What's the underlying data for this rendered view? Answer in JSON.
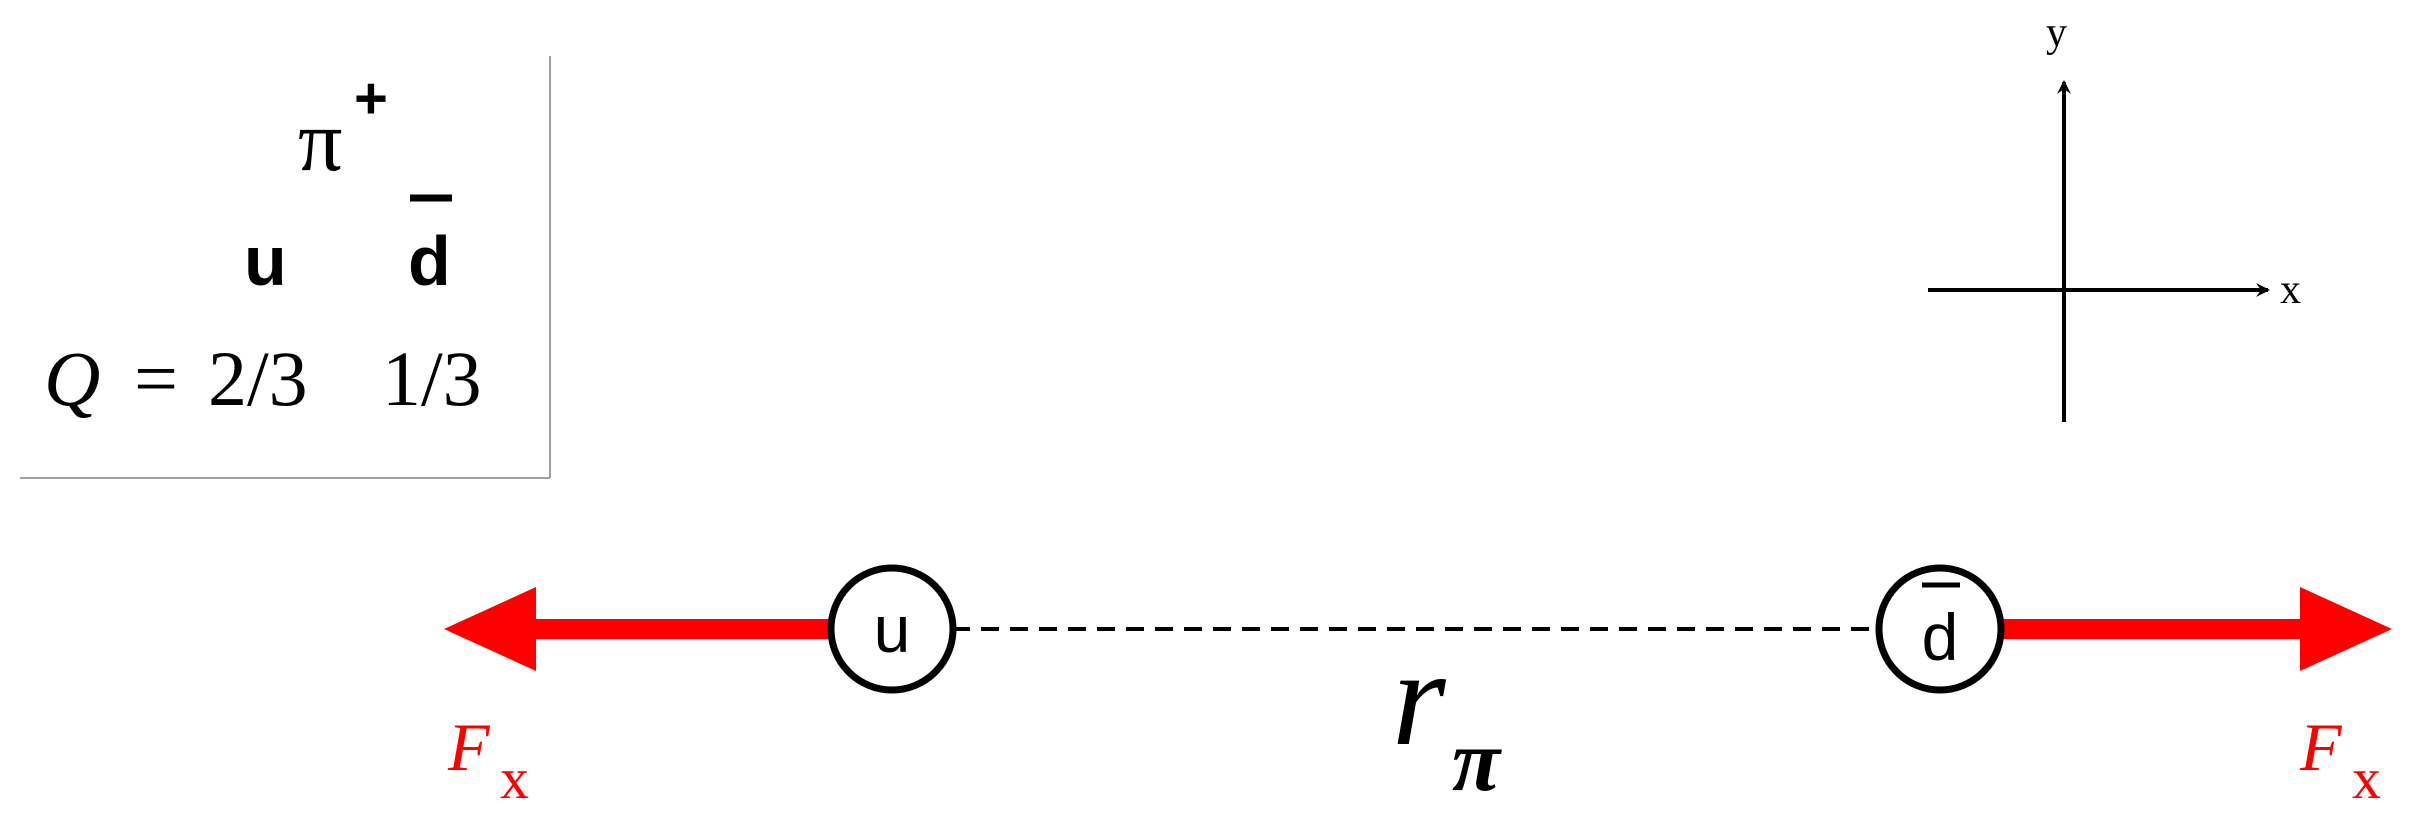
{
  "info_box": {
    "particle": "π",
    "particle_charge": "+",
    "quark_1": "u",
    "quark_2": "d",
    "charge_label": "Q",
    "equals": "=",
    "charge_1": "2/3",
    "charge_2": "1/3"
  },
  "axes": {
    "x_label": "x",
    "y_label": "y"
  },
  "quarks": {
    "left_label": "u",
    "right_label": "d"
  },
  "separation": {
    "symbol": "r",
    "subscript": "π"
  },
  "forces": {
    "left_symbol": "F",
    "left_subscript": "x",
    "right_symbol": "F",
    "right_subscript": "x"
  },
  "colors": {
    "force": "#ff0000",
    "ink": "#000000",
    "box_border": "#a0a0a0",
    "background": "#ffffff"
  }
}
